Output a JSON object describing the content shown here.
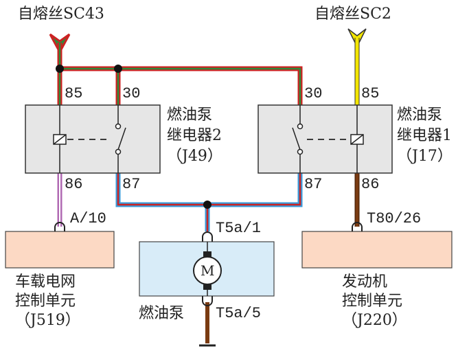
{
  "fuses": {
    "sc43": "自熔丝SC43",
    "sc2": "自熔丝SC2"
  },
  "relays": {
    "relay2": {
      "name_line1": "燃油泵",
      "name_line2": "继电器2",
      "code": "（J49）",
      "pins": {
        "p85": "85",
        "p30": "30",
        "p86": "86",
        "p87": "87"
      }
    },
    "relay1": {
      "name_line1": "燃油泵",
      "name_line2": "继电器1",
      "code": "（J17）",
      "pins": {
        "p30": "30",
        "p85": "85",
        "p86": "86",
        "p87": "87"
      }
    }
  },
  "modules": {
    "onboard": {
      "line1": "车载电网",
      "line2": "控制单元",
      "code": "（J519）",
      "connector": "A/10"
    },
    "pump": {
      "name": "燃油泵",
      "motor": "M",
      "connector_top": "T5a/1",
      "connector_bottom": "T5a/5"
    },
    "engine": {
      "line1": "发动机",
      "line2": "控制单元",
      "code": "（J220）",
      "connector": "T80/26"
    }
  },
  "colors": {
    "wire_red": "#cc2222",
    "wire_green": "#2e8b3a",
    "wire_blue": "#3a9ad9",
    "wire_purple": "#b06ab3",
    "wire_yellow": "#f3e600",
    "wire_brown": "#7a3b12",
    "relay_box": "#e6e6e6",
    "module_peach": "#fcd9c4",
    "pump_box": "#d8ecf8"
  }
}
